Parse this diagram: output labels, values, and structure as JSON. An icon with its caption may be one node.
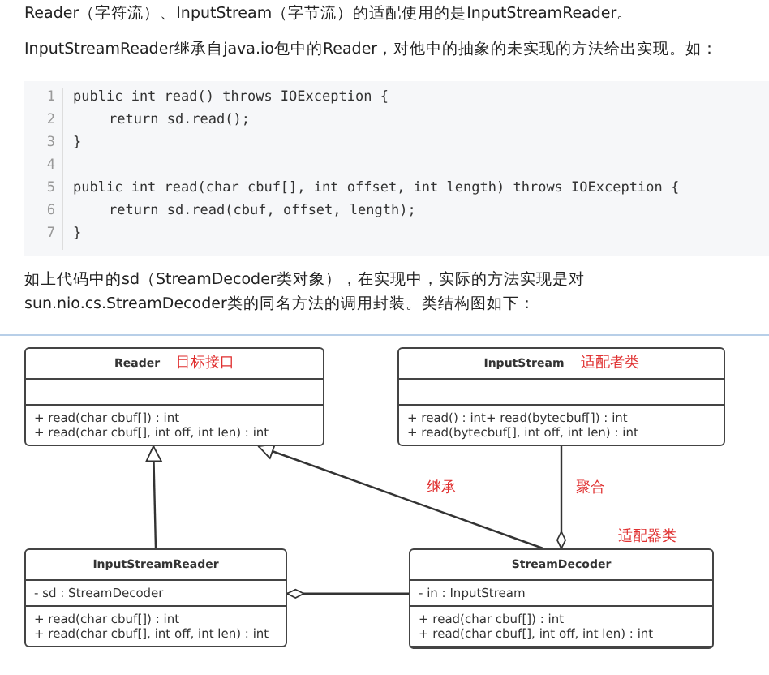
{
  "diagram": {
    "nodes": [
      {
        "text": [
          "Reader",
          "目标接口",
          "+ read(char cbuf[]) : int",
          "+ read(char cbuf[], int off, int len) : int"
        ]
      },
      {
        "text": [
          "InputStream",
          "适配者类",
          "+ read() : int+ read(bytecbuf[]) : int",
          "+ read(bytecbuf[], int off, int len) : int"
        ]
      },
      {
        "text": [
          "InputStreamReader",
          "- sd : StreamDecoder",
          "+ read(char cbuf[]) : int",
          "+ read(char cbuf[], int off, int len) : int"
        ]
      },
      {
        "text": [
          "StreamDecoder",
          "- in : InputStream",
          "+ read(char cbuf[]) : int",
          "+ read(char cbuf[], int off, int len) : int"
        ],
        "beside": [
          "适配器类"
        ]
      }
    ],
    "edges": [
      {
        "from": 2,
        "to": 0,
        "arrow": "to"
      },
      {
        "from": 3,
        "to": 0,
        "arrow": "to",
        "label": "继承"
      },
      {
        "from": 1,
        "to": 3,
        "arrow": "other",
        "label": "聚合"
      },
      {
        "from": 3,
        "to": 2,
        "arrow": "other"
      }
    ],
    "labels": [
      "Reader（字符流）、InputStream（字节流）的适配使用的是InputStreamReader。",
      "InputStreamReader继承自java.io包中的Reader，对他中的抽象的未实现的方法给出实现。如：",
      "1",
      "public int read() throws IOException {",
      "2",
      "return sd.read();",
      "3",
      "}",
      "4",
      "5",
      "public int read(char cbuf[], int offset, int length) throws IOException {",
      "6",
      "return sd.read(cbuf, offset, length);",
      "7",
      "}",
      "如上代码中的sd（StreamDecoder类对象），在实现中，实际的方法实现是对sun.nio.cs.StreamDecoder类的同名方法的调用封装。类结构图如下："
    ]
  }
}
